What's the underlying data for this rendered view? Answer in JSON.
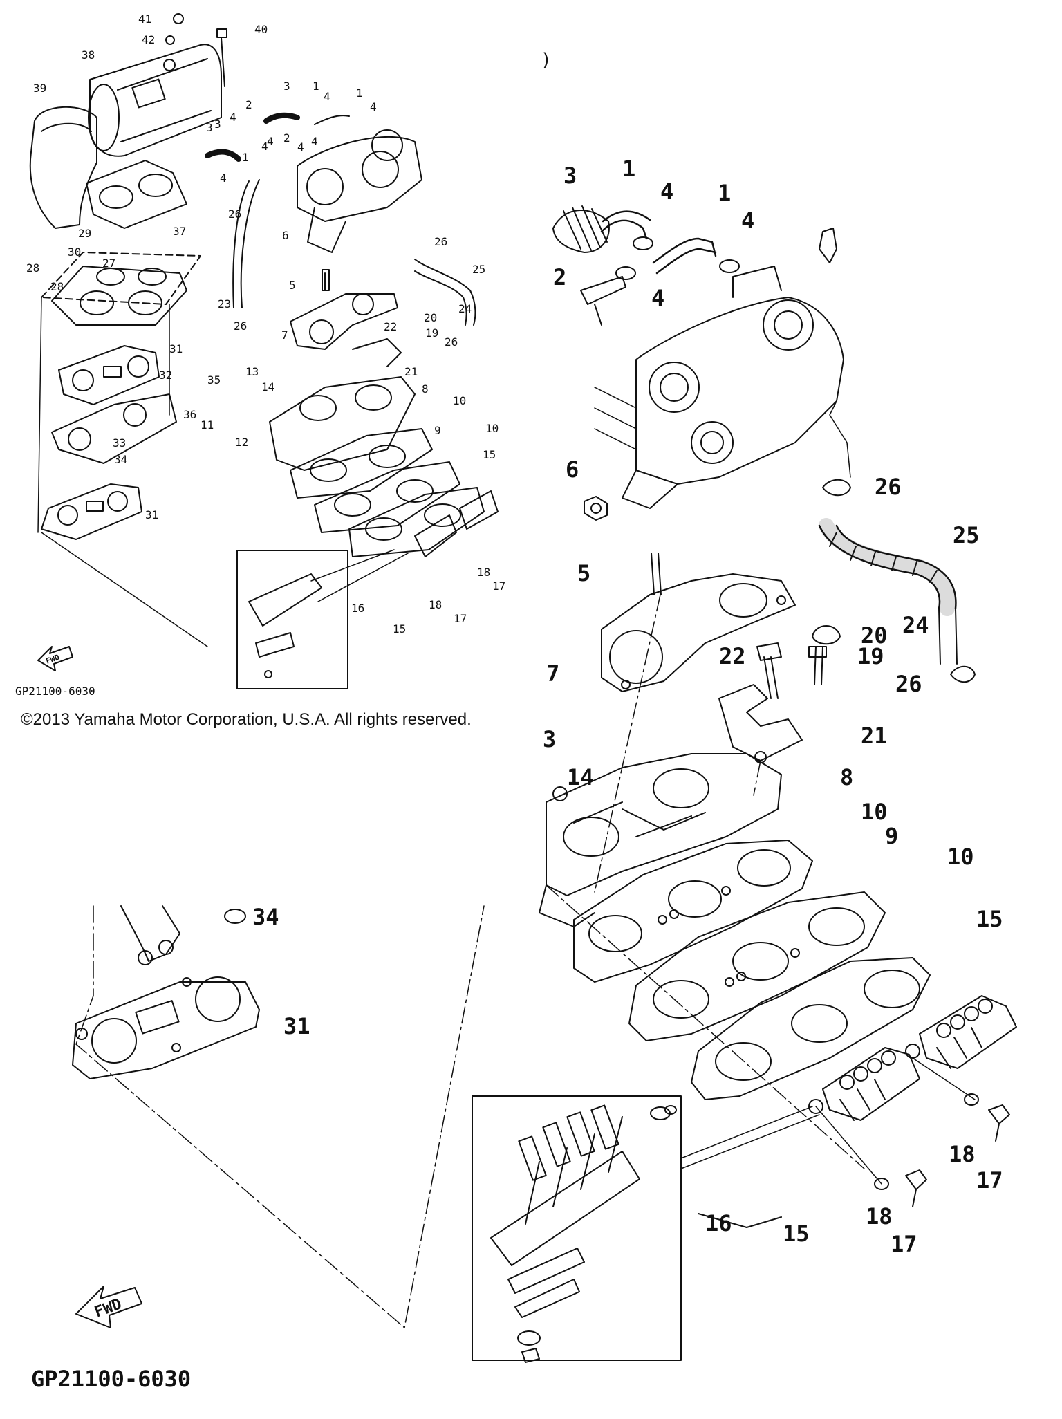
{
  "copyright": "©2013 Yamaha Motor Corporation, U.S.A. All rights reserved.",
  "diagram_code": "GP21100-6030",
  "fwd_label": "FWD",
  "stray_mark": ")",
  "overview_labels": [
    "41",
    "42",
    "40",
    "38",
    "39",
    "3",
    "4",
    "2",
    "3",
    "1",
    "4",
    "1",
    "4",
    "4",
    "3",
    "4",
    "2",
    "4",
    "1",
    "4",
    "4",
    "37",
    "29",
    "30",
    "28",
    "27",
    "28",
    "26",
    "6",
    "26",
    "5",
    "25",
    "23",
    "26",
    "20",
    "24",
    "26",
    "22",
    "19",
    "7",
    "21",
    "31",
    "32",
    "35",
    "13",
    "14",
    "8",
    "11",
    "12",
    "10",
    "36",
    "9",
    "33",
    "34",
    "10",
    "15",
    "31",
    "18",
    "17",
    "18",
    "17",
    "16",
    "15"
  ],
  "detail_labels": [
    "3",
    "1",
    "4",
    "1",
    "4",
    "2",
    "4",
    "6",
    "26",
    "25",
    "5",
    "20",
    "24",
    "7",
    "22",
    "19",
    "26",
    "21",
    "3",
    "14",
    "8",
    "10",
    "9",
    "10",
    "15",
    "18",
    "17",
    "18",
    "17",
    "16",
    "15"
  ],
  "inset_labels": [
    "34",
    "31"
  ],
  "colors": {
    "ink": "#111111",
    "paper": "#ffffff"
  }
}
